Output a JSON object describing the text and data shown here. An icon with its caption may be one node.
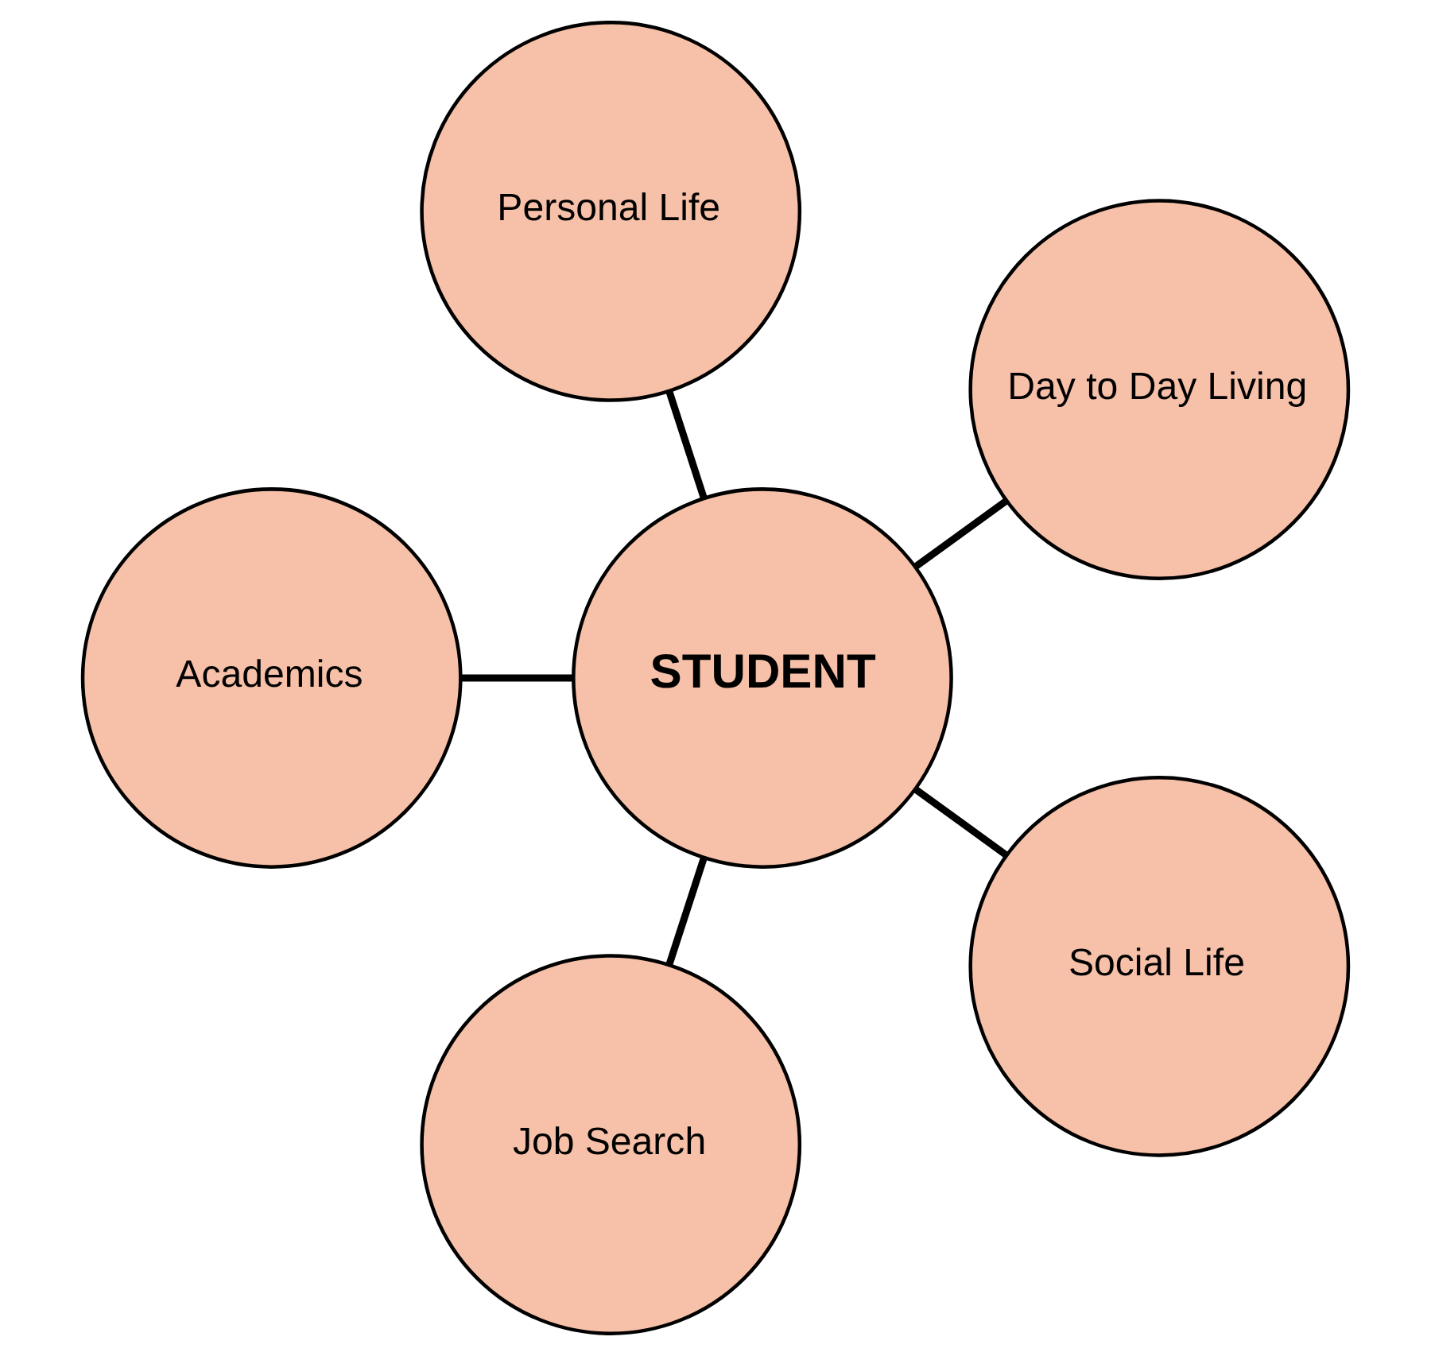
{
  "diagram": {
    "nodes": [
      {
        "text": [
          "Day to Day Living"
        ]
      },
      {
        "text": [
          "Personal Life"
        ]
      },
      {
        "text": [
          "Academics"
        ]
      },
      {
        "text": [
          "STUDENT"
        ]
      },
      {
        "text": [
          "Job Search"
        ]
      },
      {
        "text": [
          "Social Life"
        ]
      }
    ],
    "edges": [
      {
        "from": 3,
        "to": 0,
        "arrow": "none"
      },
      {
        "from": 3,
        "to": 2,
        "arrow": "none"
      },
      {
        "from": 3,
        "to": 5,
        "arrow": "none"
      },
      {
        "from": 3,
        "to": 4,
        "arrow": "none"
      },
      {
        "from": 3,
        "to": 1,
        "arrow": "none"
      }
    ]
  }
}
